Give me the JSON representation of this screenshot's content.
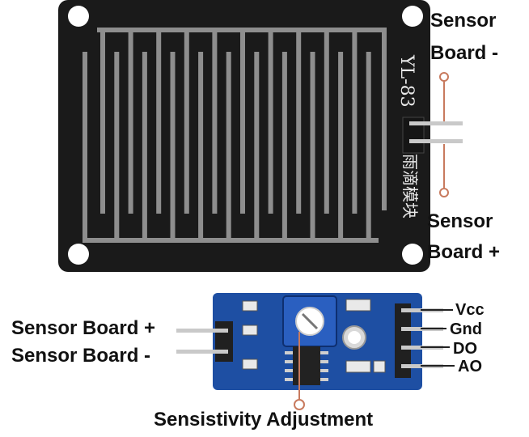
{
  "labels": {
    "sensor_board_minus": [
      "Sensor",
      "Board -"
    ],
    "sensor_board_plus": [
      "Sensor",
      "Board +"
    ],
    "module_input_plus": "Sensor Board +",
    "module_input_minus": "Sensor Board -",
    "pins": [
      "Vcc",
      "Gnd",
      "DO",
      "AO"
    ],
    "adjustment": "Sensistivity Adjustment"
  },
  "board": {
    "model": "YL-83",
    "chinese": "雨滴模块"
  },
  "colors": {
    "sensor_pcb": "#1a1a1a",
    "trace": "#8e8e8e",
    "module_pcb": "#1e4fa3",
    "leader": "#c87a5e",
    "header": "#202020",
    "pin_metal": "#c9c9c9"
  },
  "icons": {
    "potentiometer": "trimmer-pot-icon",
    "mounting_hole": "mounting-hole-icon"
  }
}
